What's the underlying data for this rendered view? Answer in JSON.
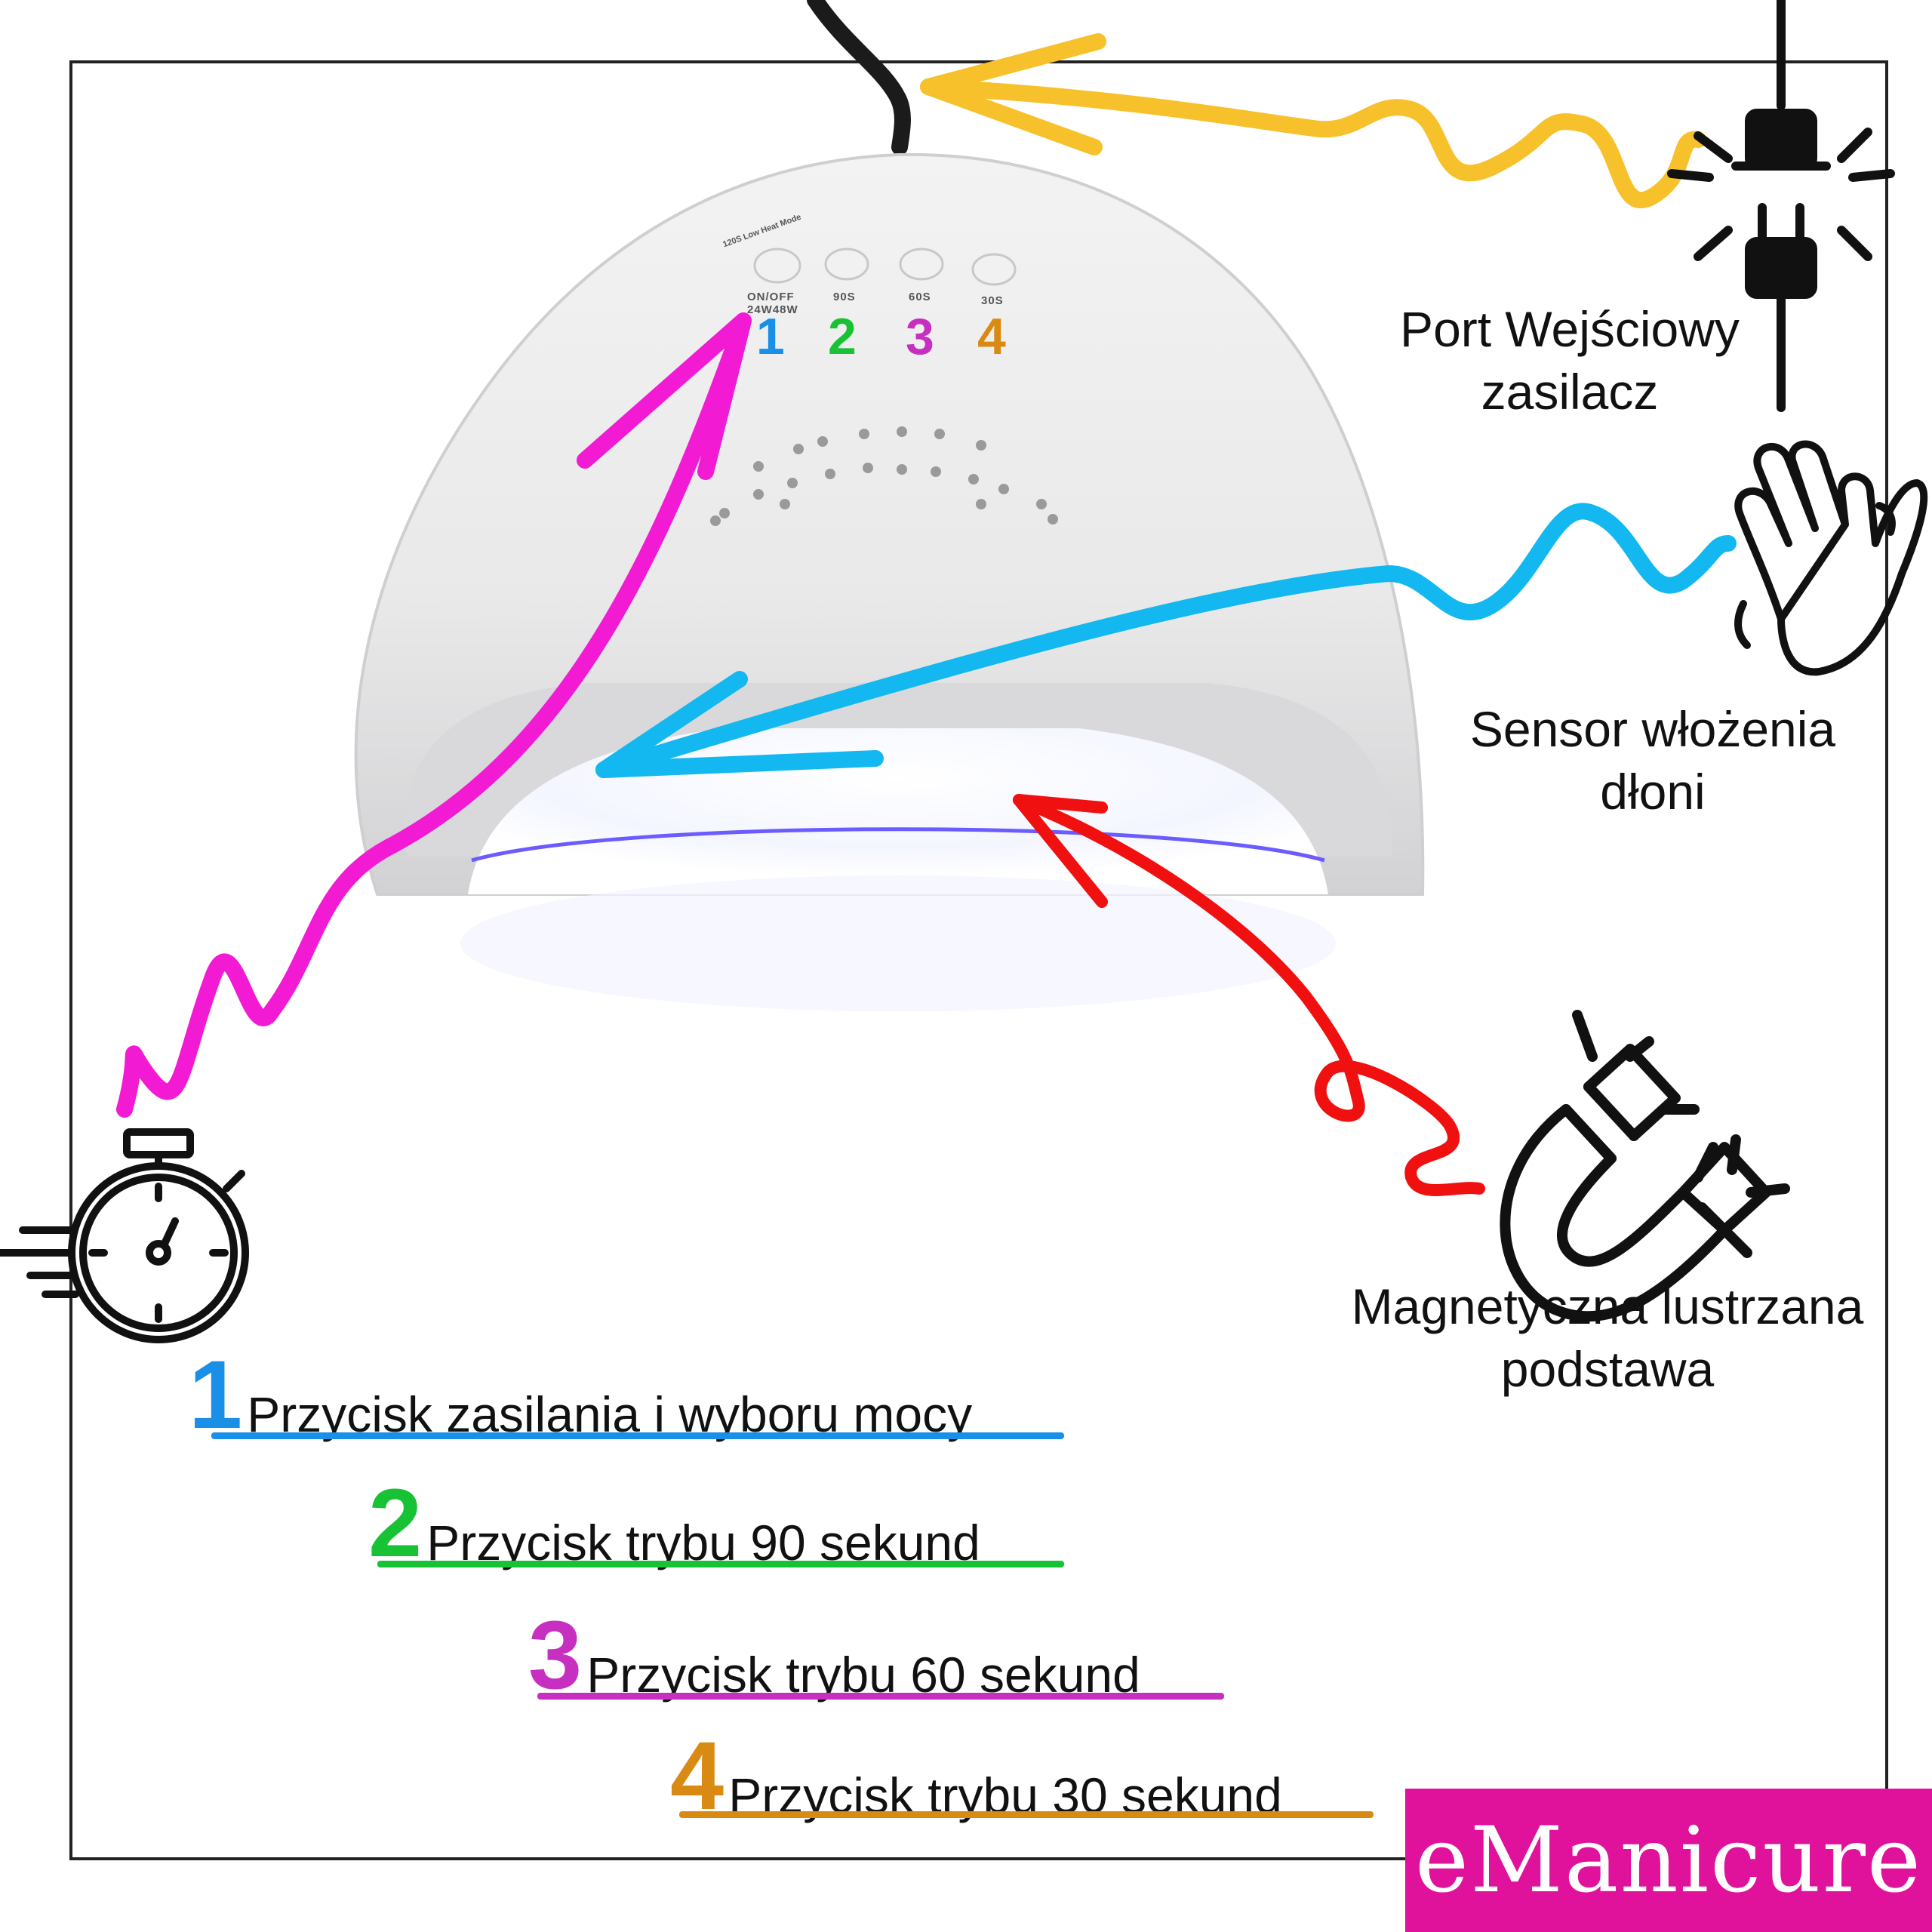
{
  "panel": {
    "power_caption_top": "120S Low Heat Mode",
    "power_caption": "ON/OFF",
    "power_caption_sub": "24W48W",
    "btn2_caption": "90S",
    "btn3_caption": "60S",
    "btn4_caption": "30S",
    "num1": "1",
    "num2": "2",
    "num3": "3",
    "num4": "4"
  },
  "callouts": {
    "power_port_line1": "Port Wejściowy",
    "power_port_line2": "zasilacz",
    "sensor_line1": "Sensor włożenia",
    "sensor_line2": "dłoni",
    "magnet_line1": "Magnetyczna lustrzana",
    "magnet_line2": "podstawa"
  },
  "legend": [
    {
      "num": "1",
      "text": "Przycisk zasilania i wyboru mocy",
      "color": "#1a8fe8"
    },
    {
      "num": "2",
      "text": "Przycisk trybu 90 sekund",
      "color": "#18c235"
    },
    {
      "num": "3",
      "text": "Przycisk trybu 60 sekund",
      "color": "#c62fbf"
    },
    {
      "num": "4",
      "text": "Przycisk trybu 30 sekund",
      "color": "#d98a12"
    }
  ],
  "logo": {
    "text": "eManicure",
    "bg_color": "#e0119a"
  },
  "colors": {
    "power_arrow": "#f7c12c",
    "sensor_arrow": "#12b8ef",
    "magnet_arrow": "#f01010",
    "timer_arrow": "#f21ad3"
  },
  "icons": [
    "power-plug-icon",
    "waving-hand-icon",
    "magnet-icon",
    "stopwatch-icon"
  ]
}
